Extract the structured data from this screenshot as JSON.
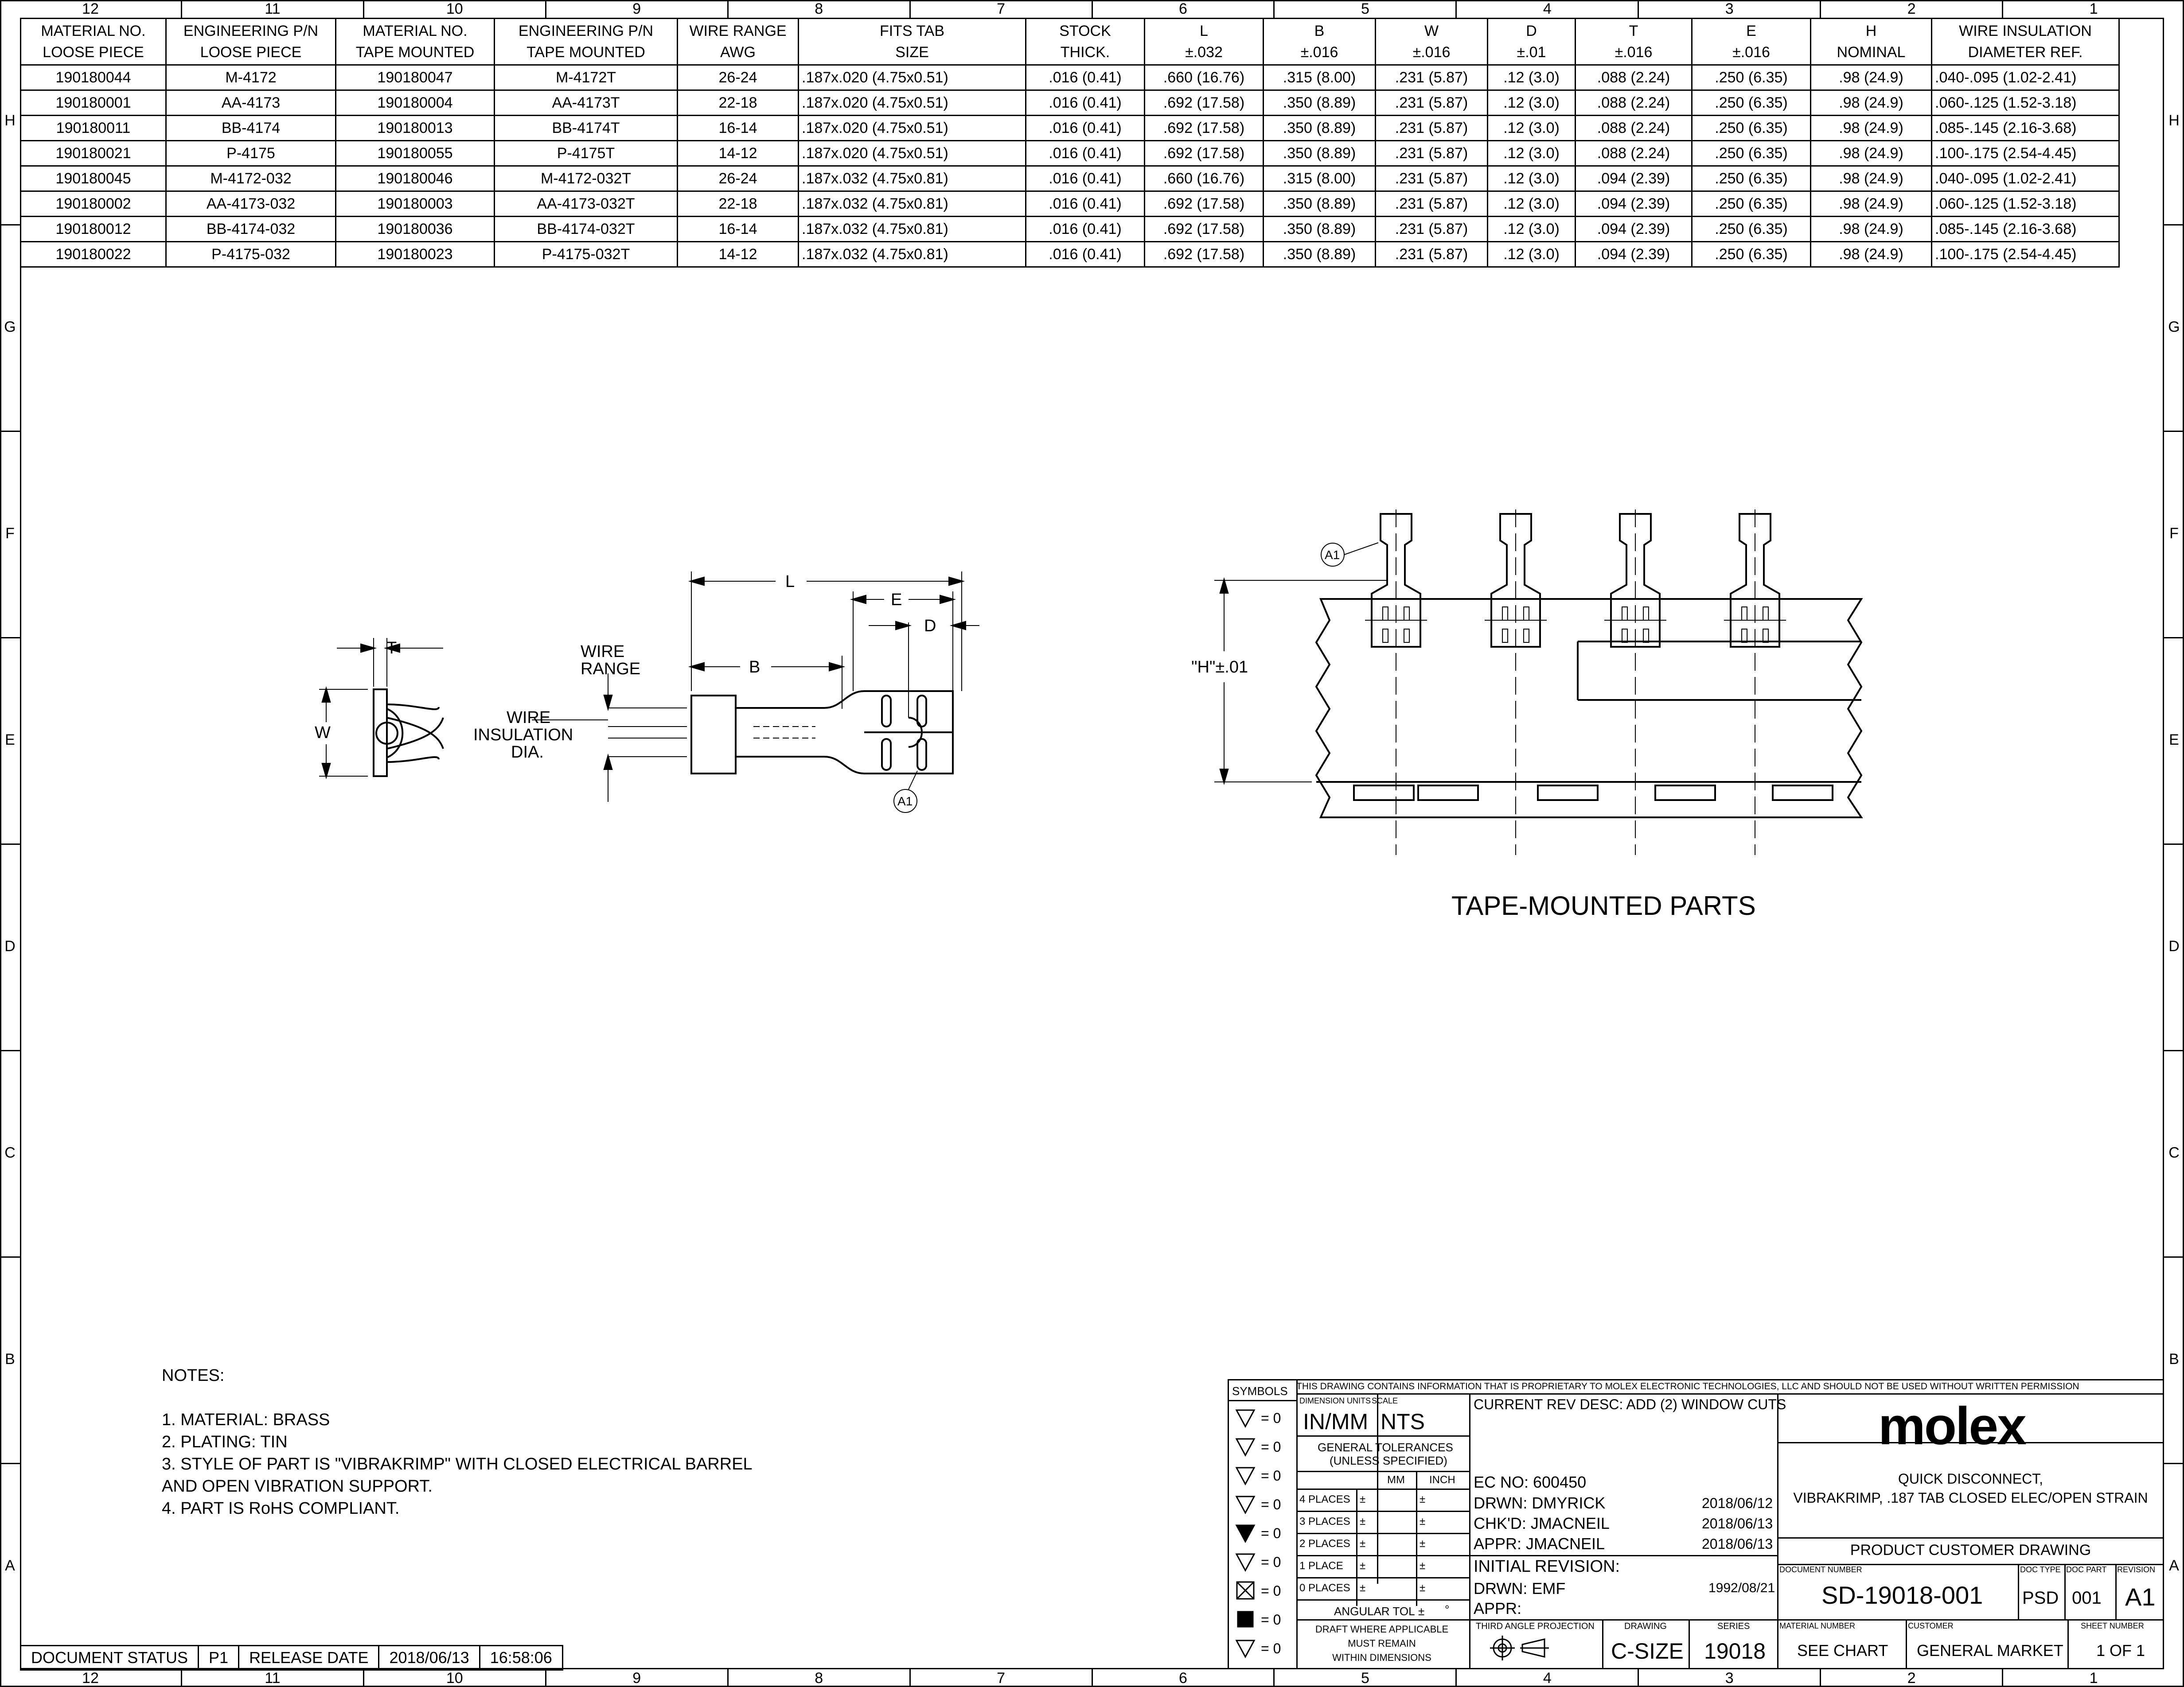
{
  "zones_top": [
    "12",
    "11",
    "10",
    "9",
    "8",
    "7",
    "6",
    "5",
    "4",
    "3",
    "2",
    "1"
  ],
  "zones_side": [
    "H",
    "G",
    "F",
    "E",
    "D",
    "C",
    "B",
    "A"
  ],
  "table": {
    "headers": [
      [
        "MATERIAL NO.",
        "LOOSE PIECE"
      ],
      [
        "ENGINEERING P/N",
        "LOOSE PIECE"
      ],
      [
        "MATERIAL NO.",
        "TAPE MOUNTED"
      ],
      [
        "ENGINEERING P/N",
        "TAPE MOUNTED"
      ],
      [
        "WIRE RANGE",
        "AWG"
      ],
      [
        "FITS TAB",
        "SIZE"
      ],
      [
        "STOCK",
        "THICK."
      ],
      [
        "L",
        "±.032"
      ],
      [
        "B",
        "±.016"
      ],
      [
        "W",
        "±.016"
      ],
      [
        "D",
        "±.01"
      ],
      [
        "T",
        "±.016"
      ],
      [
        "E",
        "±.016"
      ],
      [
        "H",
        "NOMINAL"
      ],
      [
        "WIRE INSULATION",
        "DIAMETER REF."
      ]
    ],
    "rows": [
      [
        "190180044",
        "M-4172",
        "190180047",
        "M-4172T",
        "26-24",
        ".187x.020 (4.75x0.51)",
        ".016 (0.41)",
        ".660 (16.76)",
        ".315 (8.00)",
        ".231 (5.87)",
        ".12 (3.0)",
        ".088 (2.24)",
        ".250 (6.35)",
        ".98 (24.9)",
        ".040-.095 (1.02-2.41)"
      ],
      [
        "190180001",
        "AA-4173",
        "190180004",
        "AA-4173T",
        "22-18",
        ".187x.020 (4.75x0.51)",
        ".016 (0.41)",
        ".692 (17.58)",
        ".350 (8.89)",
        ".231 (5.87)",
        ".12 (3.0)",
        ".088 (2.24)",
        ".250 (6.35)",
        ".98 (24.9)",
        ".060-.125 (1.52-3.18)"
      ],
      [
        "190180011",
        "BB-4174",
        "190180013",
        "BB-4174T",
        "16-14",
        ".187x.020 (4.75x0.51)",
        ".016 (0.41)",
        ".692 (17.58)",
        ".350 (8.89)",
        ".231 (5.87)",
        ".12 (3.0)",
        ".088 (2.24)",
        ".250 (6.35)",
        ".98 (24.9)",
        ".085-.145 (2.16-3.68)"
      ],
      [
        "190180021",
        "P-4175",
        "190180055",
        "P-4175T",
        "14-12",
        ".187x.020 (4.75x0.51)",
        ".016 (0.41)",
        ".692 (17.58)",
        ".350 (8.89)",
        ".231 (5.87)",
        ".12 (3.0)",
        ".088 (2.24)",
        ".250 (6.35)",
        ".98 (24.9)",
        ".100-.175 (2.54-4.45)"
      ],
      [
        "190180045",
        "M-4172-032",
        "190180046",
        "M-4172-032T",
        "26-24",
        ".187x.032 (4.75x0.81)",
        ".016 (0.41)",
        ".660 (16.76)",
        ".315 (8.00)",
        ".231 (5.87)",
        ".12 (3.0)",
        ".094 (2.39)",
        ".250 (6.35)",
        ".98 (24.9)",
        ".040-.095 (1.02-2.41)"
      ],
      [
        "190180002",
        "AA-4173-032",
        "190180003",
        "AA-4173-032T",
        "22-18",
        ".187x.032 (4.75x0.81)",
        ".016 (0.41)",
        ".692 (17.58)",
        ".350 (8.89)",
        ".231 (5.87)",
        ".12 (3.0)",
        ".094 (2.39)",
        ".250 (6.35)",
        ".98 (24.9)",
        ".060-.125 (1.52-3.18)"
      ],
      [
        "190180012",
        "BB-4174-032",
        "190180036",
        "BB-4174-032T",
        "16-14",
        ".187x.032 (4.75x0.81)",
        ".016 (0.41)",
        ".692 (17.58)",
        ".350 (8.89)",
        ".231 (5.87)",
        ".12 (3.0)",
        ".094 (2.39)",
        ".250 (6.35)",
        ".98 (24.9)",
        ".085-.145 (2.16-3.68)"
      ],
      [
        "190180022",
        "P-4175-032",
        "190180023",
        "P-4175-032T",
        "14-12",
        ".187x.032 (4.75x0.81)",
        ".016 (0.41)",
        ".692 (17.58)",
        ".350 (8.89)",
        ".231 (5.87)",
        ".12 (3.0)",
        ".094 (2.39)",
        ".250 (6.35)",
        ".98 (24.9)",
        ".100-.175 (2.54-4.45)"
      ]
    ]
  },
  "drawing": {
    "dim_T": "T",
    "dim_W": "W",
    "dim_L": "L",
    "dim_E": "E",
    "dim_D": "D",
    "dim_B": "B",
    "wire_range": [
      "WIRE",
      "RANGE"
    ],
    "wire_insulation": [
      "WIRE",
      "INSULATION",
      "DIA."
    ],
    "rev_marker": "A1",
    "dim_H": "\"H\"±.01",
    "tape_title": "TAPE-MOUNTED PARTS"
  },
  "notes": {
    "heading": "NOTES:",
    "items": [
      "1.  MATERIAL:  BRASS",
      "2.  PLATING:  TIN",
      "3.  STYLE OF PART IS \"VIBRAKRIMP\" WITH CLOSED ELECTRICAL BARREL",
      "     AND OPEN VIBRATION SUPPORT.",
      "4.  PART IS RoHS COMPLIANT."
    ]
  },
  "status": {
    "label": "DOCUMENT STATUS",
    "status": "P1",
    "release_label": "RELEASE DATE",
    "date": "2018/06/13",
    "time": "16:58:06"
  },
  "title_block": {
    "proprietary": "THIS DRAWING CONTAINS INFORMATION THAT IS PROPRIETARY TO MOLEX ELECTRONIC TECHNOLOGIES, LLC AND SHOULD NOT BE USED WITHOUT WRITTEN PERMISSION",
    "symbols_label": "SYMBOLS",
    "symbol_value": "= 0",
    "dimension_units_label": "DIMENSION UNITS",
    "dimension_units": "IN/MM",
    "scale_label": "SCALE",
    "scale": "NTS",
    "general_tolerances": "GENERAL TOLERANCES",
    "unless_specified": "(UNLESS SPECIFIED)",
    "mm": "MM",
    "inch": "INCH",
    "places": [
      "4 PLACES",
      "3 PLACES",
      "2 PLACES",
      "1 PLACE",
      "0 PLACES"
    ],
    "plusminus": "±",
    "angular_tol": "ANGULAR TOL",
    "degree": "°",
    "draft_note": [
      "DRAFT WHERE APPLICABLE",
      "MUST REMAIN",
      "WITHIN DIMENSIONS"
    ],
    "current_rev": "CURRENT REV DESC: ADD (2) WINDOW CUTS",
    "ec_no": "EC NO:   600450",
    "drwn": "DRWN:   DMYRICK",
    "drwn_date": "2018/06/12",
    "chkd": "CHK'D:   JMACNEIL",
    "chkd_date": "2018/06/13",
    "appr": "APPR:    JMACNEIL",
    "appr_date": "2018/06/13",
    "initial_revision": "INITIAL REVISION:",
    "init_drwn": "DRWN:   EMF",
    "init_date": "1992/08/21",
    "init_appr": "APPR:",
    "third_angle": "THIRD ANGLE PROJECTION",
    "drawing_label": "DRAWING",
    "drawing_size": "C-SIZE",
    "series_label": "SERIES",
    "series": "19018",
    "company": "molex",
    "title_line1": "QUICK DISCONNECT,",
    "title_line2": "VIBRAKRIMP, .187 TAB CLOSED ELEC/OPEN STRAIN",
    "doc_type_text": "PRODUCT CUSTOMER DRAWING",
    "document_number_label": "DOCUMENT NUMBER",
    "document_number": "SD-19018-001",
    "doc_type_label": "DOC TYPE",
    "doc_type": "PSD",
    "doc_part_label": "DOC PART",
    "doc_part": "001",
    "revision_label": "REVISION",
    "revision": "A1",
    "material_number_label": "MATERIAL NUMBER",
    "material_number": "SEE CHART",
    "customer_label": "CUSTOMER",
    "customer": "GENERAL MARKET",
    "sheet_label": "SHEET NUMBER",
    "sheet": "1 OF 1"
  }
}
